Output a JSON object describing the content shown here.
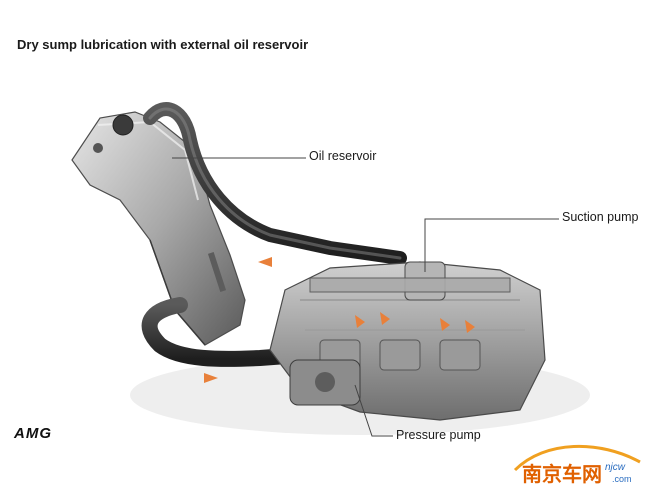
{
  "title": "Dry sump lubrication with external oil reservoir",
  "labels": {
    "oil_reservoir": "Oil reservoir",
    "suction_pump": "Suction pump",
    "pressure_pump": "Pressure pump"
  },
  "logo": {
    "brand": "AMG"
  },
  "watermark": {
    "main": "南京车网",
    "sub": "njcw",
    "domain": ".com"
  },
  "colors": {
    "metal_light": "#d8d8d8",
    "metal_dark": "#6a6a6a",
    "arrow": "#e8803a",
    "leader": "#444444"
  }
}
